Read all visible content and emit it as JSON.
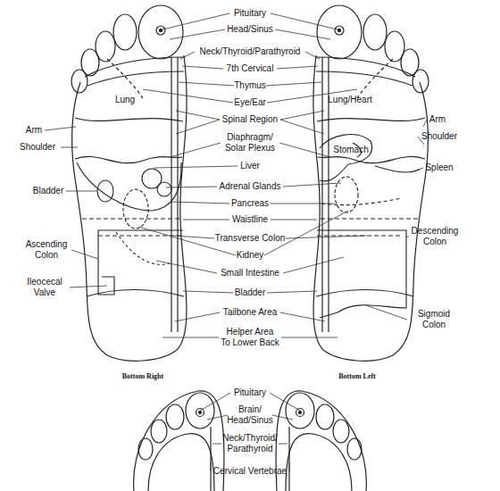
{
  "diagram": {
    "labels": [
      "Pituitary",
      "Head/Sinus",
      "Neck/Thyroid/Parathyroid",
      "7th Cervical",
      "Thymus",
      "Lung",
      "Eye/Ear",
      "Lung/Heart",
      "Arm",
      "Spinal Region",
      "Arm",
      "Shoulder",
      "Shoulder",
      "Diaphragm/ Solar Plexus",
      "Stomach",
      "Liver",
      "Spleen",
      "Bladder",
      "Adrenal Glands",
      "Pancreas",
      "Waistline",
      "Descending Colon",
      "Transverse Colon",
      "Ascending Colon",
      "Kidney",
      "Small Intestine",
      "Ileocecal Valve",
      "Bladder",
      "Sigmoid Colon",
      "Tailbone Area",
      "Helper Area To Lower Back",
      "Bottom Right",
      "Bottom Left",
      "Pituitary",
      "Brain/ Head/Sinus",
      "Neck/Thyroid/ Parathyroid",
      "Cervical Vertebrae"
    ]
  }
}
